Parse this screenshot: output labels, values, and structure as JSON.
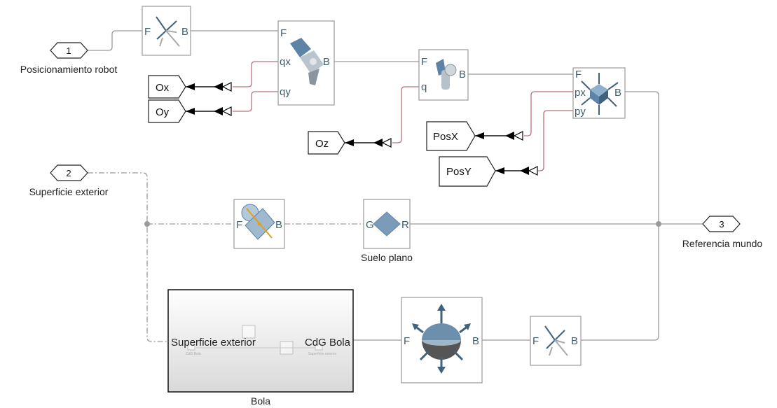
{
  "inports": [
    {
      "number": "1",
      "label": "Posicionamiento robot"
    },
    {
      "number": "2",
      "label": "Superficie exterior"
    }
  ],
  "outports": [
    {
      "number": "3",
      "label": "Referencia mundo"
    }
  ],
  "goto_tags": {
    "ox": "Ox",
    "oy": "Oy",
    "oz": "Oz",
    "posx": "PosX",
    "posy": "PosY"
  },
  "ports": {
    "transform1": {
      "left": "F",
      "right": "B"
    },
    "gimbal": {
      "left": "F",
      "right": "B",
      "qx": "qx",
      "qy": "qy"
    },
    "revolute": {
      "left": "F",
      "right": "B",
      "q": "q"
    },
    "rect_joint": {
      "left": "F",
      "right": "B",
      "px": "px",
      "py": "py"
    },
    "contact": {
      "left": "F",
      "right": "B"
    },
    "plane": {
      "left": "G",
      "right": "R"
    },
    "six_dof": {
      "left": "F",
      "right": "B"
    },
    "transform2": {
      "left": "F",
      "right": "B"
    }
  },
  "blocks": {
    "plane_label": "Suelo plano",
    "subsystem_label": "Bola",
    "subsystem_in": "Superficie exterior",
    "subsystem_out": "CdG Bola",
    "subsystem_inner_left": "CdG Bola",
    "subsystem_inner_right": "Superficie exterior"
  }
}
